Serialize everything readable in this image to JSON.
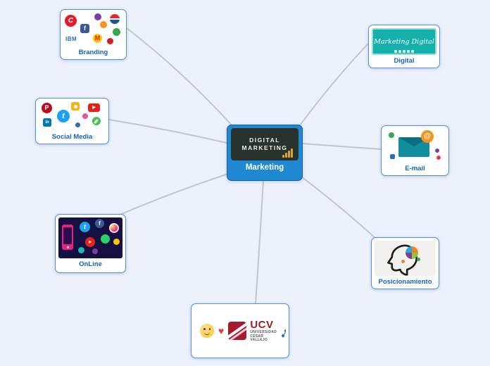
{
  "canvas": {
    "background": "#edf1fb",
    "line_color": "#c4c6cc",
    "node_border_color": "#4d94d8",
    "label_color": "#1266bb",
    "accent_color": "#1e88d2"
  },
  "center": {
    "label": "Marketing",
    "board_line1": "DIGITAL",
    "board_line2": "MARKETING"
  },
  "nodes": {
    "branding": {
      "label": "Branding"
    },
    "social_media": {
      "label": "Social Media"
    },
    "online": {
      "label": "OnLine"
    },
    "digital": {
      "label": "Digital",
      "caption": "Marketing Digital"
    },
    "email": {
      "label": "E-mail",
      "at_symbol": "@"
    },
    "posicionamiento": {
      "label": "Posicionamiento"
    },
    "ucv": {
      "logo_text": "UCV",
      "logo_line1": "UNIVERSIDAD",
      "logo_line2": "CÉSAR VALLEJO",
      "heart_glyph": "♥"
    }
  },
  "icon_glyphs": {
    "coca_cola": "C",
    "facebook": "f",
    "ibm": "IBM",
    "mcdonalds": "M",
    "pinterest": "P",
    "twitter": "t",
    "linkedin": "in",
    "play": "▶"
  }
}
